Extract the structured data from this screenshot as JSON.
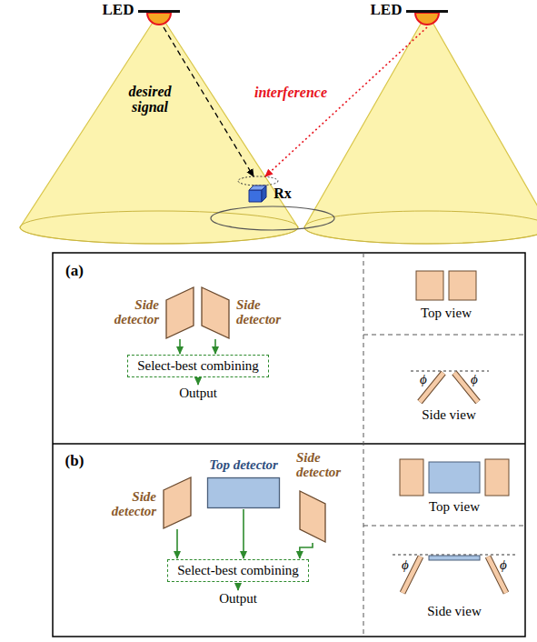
{
  "diagram": {
    "nodes": [
      {
        "text": [
          "Side detector"
        ]
      },
      {
        "text": [
          "Side detector"
        ]
      },
      {
        "text": [
          "Select-best combining"
        ]
      },
      {
        "text": [
          "Output"
        ]
      },
      {
        "text": [
          "Top detector"
        ]
      },
      {
        "text": [
          "Side detector"
        ]
      },
      {
        "text": [
          "Side detector"
        ]
      },
      {
        "text": [
          "Select-best combining"
        ]
      },
      {
        "text": [
          "Output"
        ]
      }
    ],
    "edges": [
      {
        "from": 0,
        "to": 2,
        "arrow": "to"
      },
      {
        "from": 1,
        "to": 2,
        "arrow": "to"
      },
      {
        "from": 2,
        "to": 3,
        "arrow": "to"
      },
      {
        "from": 5,
        "to": 7,
        "arrow": "to"
      },
      {
        "from": 4,
        "to": 7,
        "arrow": "to"
      },
      {
        "from": 6,
        "to": 7,
        "arrow": "to"
      },
      {
        "from": 7,
        "to": 8,
        "arrow": "to"
      }
    ],
    "labels": [
      "LED",
      "LED",
      "desired signal",
      "interference",
      "Rx",
      "(a)",
      "Top view",
      "Side view",
      "ϕ",
      "ϕ",
      "(b)",
      "Top view",
      "Side view",
      "ϕ",
      "ϕ"
    ]
  }
}
